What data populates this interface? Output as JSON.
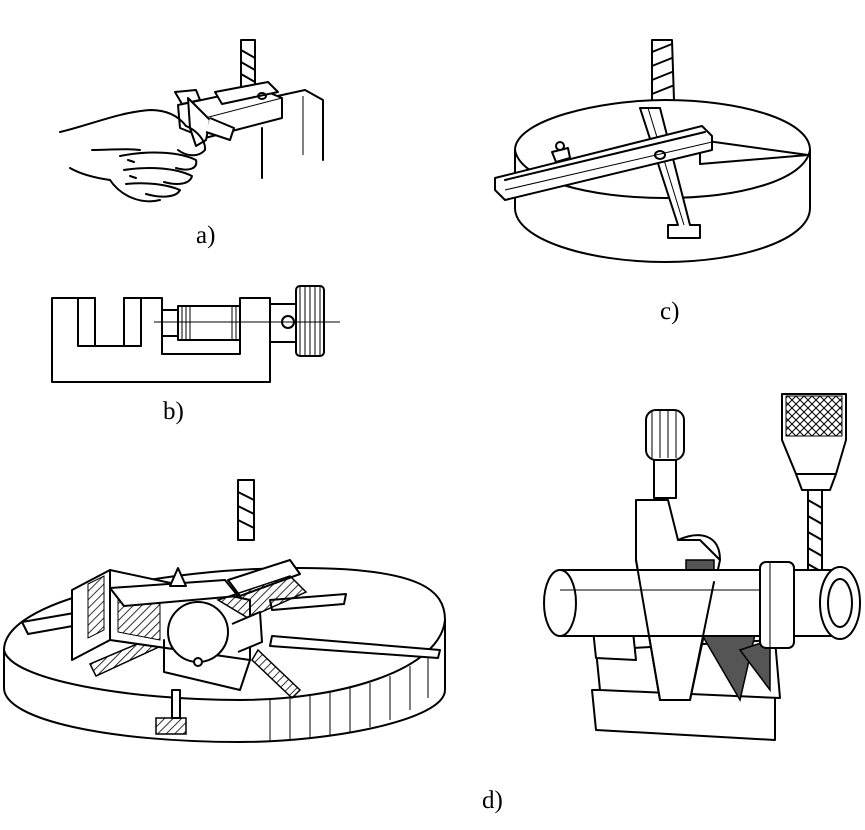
{
  "captions": {
    "a": "a)",
    "b": "b)",
    "c": "c)",
    "d": "d)"
  }
}
